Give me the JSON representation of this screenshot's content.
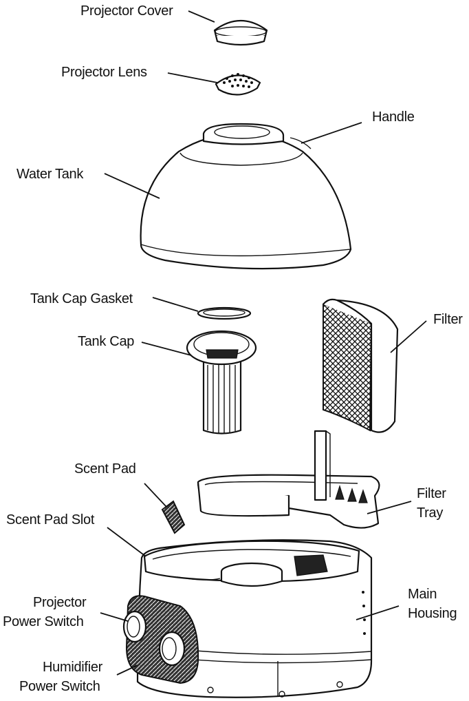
{
  "labels": {
    "projector_cover": "Projector Cover",
    "projector_lens": "Projector Lens",
    "handle": "Handle",
    "water_tank": "Water Tank",
    "tank_cap_gasket": "Tank Cap Gasket",
    "filter": "Filter",
    "tank_cap": "Tank Cap",
    "scent_pad": "Scent Pad",
    "filter_tray_line1": "Filter",
    "filter_tray_line2": "Tray",
    "scent_pad_slot": "Scent Pad Slot",
    "projector_switch_line1": "Projector",
    "projector_switch_line2": "Power Switch",
    "main_housing_line1": "Main",
    "main_housing_line2": "Housing",
    "humidifier_switch_line1": "Humidifier",
    "humidifier_switch_line2": "Power Switch"
  }
}
